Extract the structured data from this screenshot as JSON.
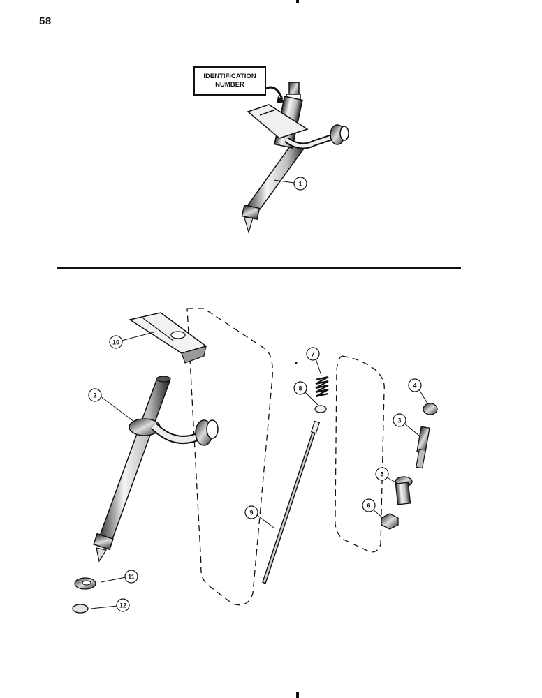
{
  "page": {
    "number": "58"
  },
  "identification_box": {
    "line1": "IDENTIFICATION",
    "line2": "NUMBER"
  },
  "callouts": [
    {
      "id": "1",
      "part": "injector-assembly"
    },
    {
      "id": "2",
      "part": "injector-body"
    },
    {
      "id": "3",
      "part": "adjusting-screw"
    },
    {
      "id": "4",
      "part": "cap-nut"
    },
    {
      "id": "5",
      "part": "screw-plug"
    },
    {
      "id": "6",
      "part": "lock-nut"
    },
    {
      "id": "7",
      "part": "spring"
    },
    {
      "id": "8",
      "part": "spring-seat"
    },
    {
      "id": "9",
      "part": "needle-valve"
    },
    {
      "id": "10",
      "part": "clamp"
    },
    {
      "id": "11",
      "part": "washer"
    },
    {
      "id": "12",
      "part": "washer"
    }
  ],
  "colors": {
    "ink": "#111111",
    "paper": "#ffffff"
  }
}
